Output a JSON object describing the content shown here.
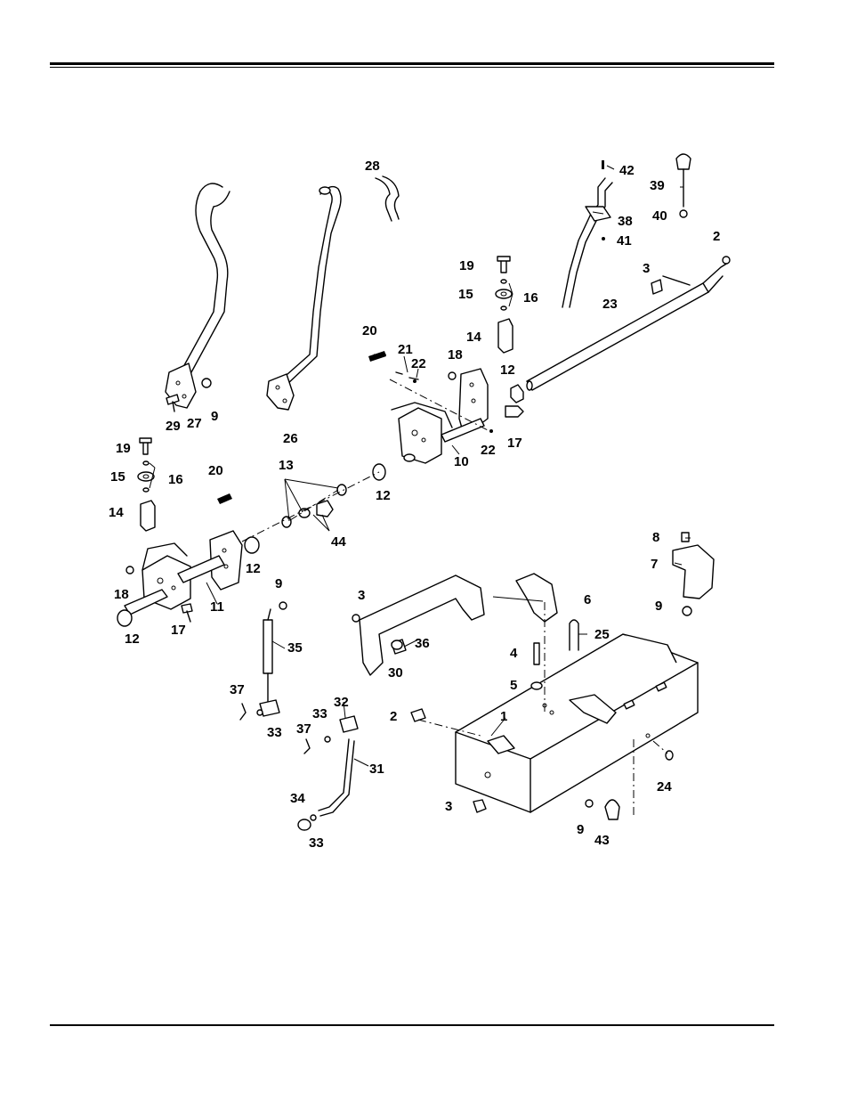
{
  "diagram": {
    "callouts": [
      "1",
      "2",
      "3",
      "4",
      "5",
      "6",
      "7",
      "8",
      "9",
      "10",
      "11",
      "12",
      "13",
      "14",
      "15",
      "16",
      "17",
      "18",
      "19",
      "20",
      "21",
      "22",
      "23",
      "24",
      "25",
      "26",
      "27",
      "28",
      "29",
      "30",
      "31",
      "32",
      "33",
      "34",
      "35",
      "36",
      "37",
      "38",
      "39",
      "40",
      "41",
      "42",
      "43",
      "44"
    ]
  }
}
